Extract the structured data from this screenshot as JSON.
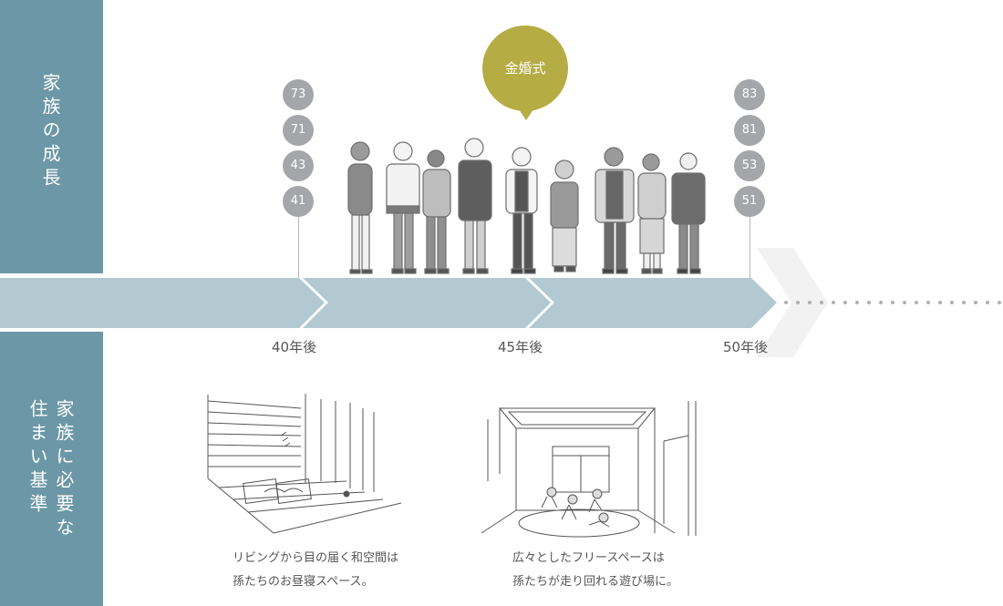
{
  "sidebar": {
    "family_growth": "家族の成長",
    "housing_line1": "家族に必要な",
    "housing_line2": "住まい基準"
  },
  "timeline": {
    "milestones": [
      {
        "label": "40年後",
        "ages": [
          "73",
          "71",
          "43",
          "41"
        ]
      },
      {
        "label": "45年後"
      },
      {
        "label": "50年後",
        "ages": [
          "83",
          "81",
          "53",
          "51"
        ]
      }
    ]
  },
  "event": {
    "label": "金婚式"
  },
  "scenes": [
    {
      "line1": "リビングから目の届く和空間は",
      "line2": "孫たちのお昼寝スペース。"
    },
    {
      "line1": "広々としたフリースペースは",
      "line2": "孫たちが走り回れる遊び場に。"
    }
  ],
  "colors": {
    "sidebar": "#6b97a6",
    "arrow": "#b2c9d1",
    "badge": "#a5a6a9",
    "event": "#b5ac43"
  }
}
